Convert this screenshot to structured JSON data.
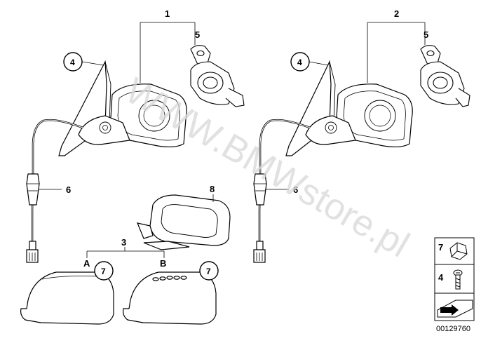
{
  "labels": {
    "callout_1": "1",
    "callout_2": "2",
    "callout_3": "3",
    "callout_5_left": "5",
    "callout_5_right": "5",
    "callout_6_left": "6",
    "callout_6_right": "6",
    "callout_8": "8",
    "circle_4_left": "4",
    "circle_4_right": "4",
    "circle_7_a": "7",
    "circle_7_b": "7",
    "letter_a": "A",
    "letter_b": "B"
  },
  "legend": {
    "item_7": "7",
    "item_4": "4"
  },
  "watermark": "WWW.BMWstore.pl",
  "reference_number": "00129760"
}
